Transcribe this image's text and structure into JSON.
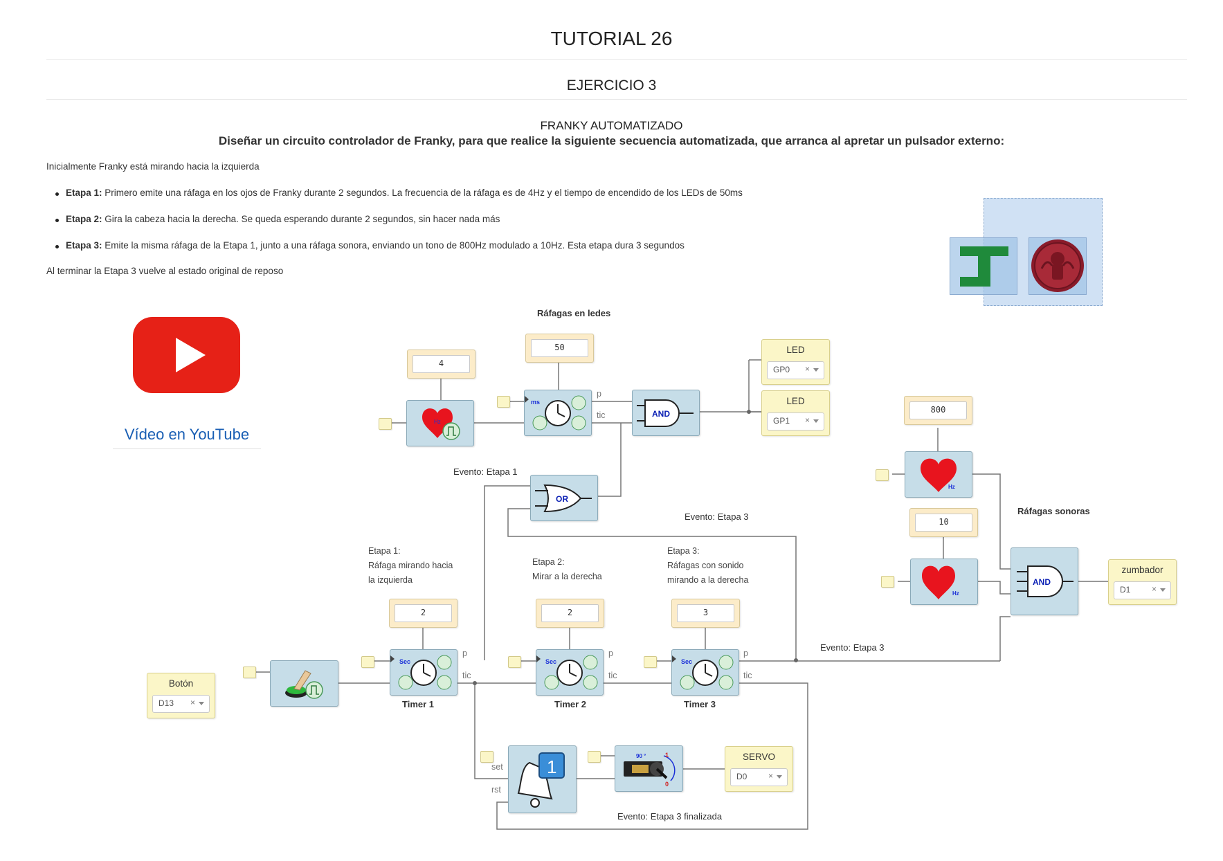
{
  "header": {
    "title": "TUTORIAL 26",
    "subtitle": "EJERCICIO 3",
    "project_title": "FRANKY AUTOMATIZADO",
    "project_desc": "Diseñar un circuito controlador de Franky, para que realice la siguiente secuencia automatizada, que arranca al apretar un pulsador externo:"
  },
  "intro": {
    "initial": "Inicialmente Franky está mirando hacia la izquierda",
    "steps": [
      {
        "label": "Etapa 1:",
        "text": " Primero emite una ráfaga en los ojos de Franky durante 2 segundos. La frecuencia de la ráfaga es de 4Hz y el tiempo de encendido de los LEDs de 50ms"
      },
      {
        "label": "Etapa 2:",
        "text": " Gira la cabeza hacia la derecha. Se queda esperando durante 2 segundos, sin hacer nada más"
      },
      {
        "label": "Etapa 3:",
        "text": " Emite la misma ráfaga de la Etapa 1, junto a una ráfaga sonora, enviando un tono de 800Hz modulado a 10Hz. Esta etapa dura 3 segundos"
      }
    ],
    "final": "Al terminar la Etapa 3 vuelve al estado original de reposo"
  },
  "video": {
    "link_text": "Vídeo en YouTube",
    "icon": "youtube-play-icon"
  },
  "colors": {
    "youtube_red": "#e62117",
    "link_blue": "#1a5fb4",
    "block_blue": "#c6dde8",
    "param_bg": "#fcecc9",
    "io_bg": "#fbf6c8",
    "gate_blue": "#0a1fb4",
    "logo_green": "#1f8a3b",
    "logo_red": "#9c2030"
  },
  "diagram": {
    "labels": {
      "rafagas_ledes": "Ráfagas en ledes",
      "rafagas_sonoras": "Ráfagas sonoras",
      "evento_etapa1": "Evento: Etapa 1",
      "evento_etapa3_top": "Evento: Etapa 3",
      "evento_etapa3_mid": "Evento: Etapa 3",
      "evento_etapa3_fin": "Evento: Etapa 3 finalizada",
      "etapa1": [
        "Etapa 1:",
        "Ráfaga mirando hacia",
        "la izquierda"
      ],
      "etapa2": [
        "Etapa 2:",
        "Mirar a la derecha"
      ],
      "etapa3": [
        "Etapa 3:",
        "Ráfagas con sonido",
        "mirando a la derecha"
      ],
      "timer1": "Timer 1",
      "timer2": "Timer 2",
      "timer3": "Timer 3"
    },
    "params": {
      "freq_led": "4",
      "ms_on": "50",
      "freq_tone": "800",
      "freq_mod": "10",
      "t1": "2",
      "t2": "2",
      "t3": "3"
    },
    "ports": {
      "p": "p",
      "tic": "tic",
      "set": "set",
      "rst": "rst"
    },
    "gates": {
      "and": "AND",
      "or": "OR"
    },
    "block_text": {
      "hz": "Hz",
      "ms": "ms",
      "sec": "Sec",
      "deg": "90 °",
      "servo_one": "1",
      "servo_zero": "0",
      "flag": "1"
    },
    "io": {
      "led1": {
        "title": "LED",
        "value": "GP0"
      },
      "led2": {
        "title": "LED",
        "value": "GP1"
      },
      "buzzer": {
        "title": "zumbador",
        "value": "D1"
      },
      "button": {
        "title": "Botón",
        "value": "D13"
      },
      "servo": {
        "title": "SERVO",
        "value": "D0"
      },
      "clear": "×"
    }
  }
}
